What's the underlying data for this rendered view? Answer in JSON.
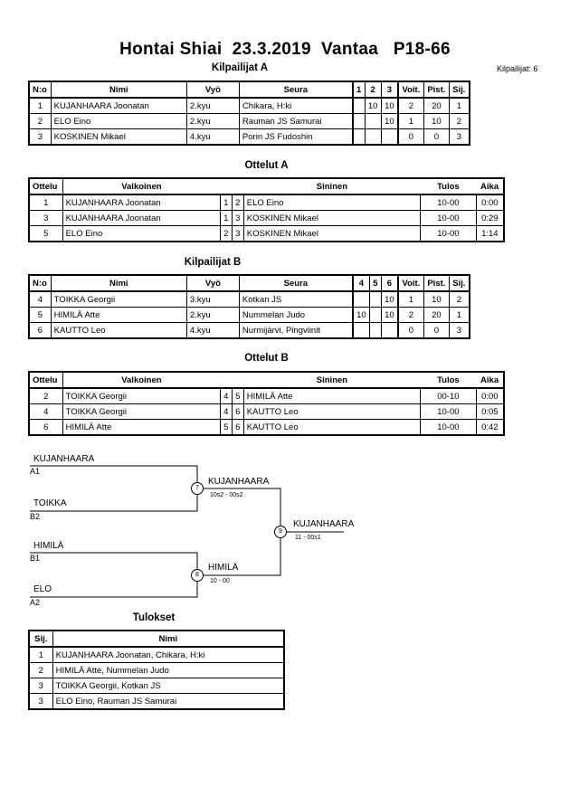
{
  "title": "Hontai Shiai  23.3.2019  Vantaa   P18-66",
  "competitors_count": "Kilpailijat: 6",
  "pool_a": {
    "heading": "Kilpailijat A",
    "headers": [
      "N:o",
      "Nimi",
      "Vyö",
      "Seura",
      "1",
      "2",
      "3",
      "Voit.",
      "Pist.",
      "Sij."
    ],
    "rows": [
      {
        "no": "1",
        "name": "KUJANHAARA Joonatan",
        "belt": "2.kyu",
        "club": "Chikara, H:ki",
        "s1": "",
        "s2": "10",
        "s3": "10",
        "wins": "2",
        "points": "20",
        "place": "1"
      },
      {
        "no": "2",
        "name": "ELO Eino",
        "belt": "2.kyu",
        "club": "Rauman JS Samurai",
        "s1": "",
        "s2": "",
        "s3": "10",
        "wins": "1",
        "points": "10",
        "place": "2"
      },
      {
        "no": "3",
        "name": "KOSKINEN Mikael",
        "belt": "4.kyu",
        "club": "Porin JS Fudoshin",
        "s1": "",
        "s2": "",
        "s3": "",
        "wins": "0",
        "points": "0",
        "place": "3"
      }
    ]
  },
  "matches_a": {
    "heading": "Ottelut A",
    "headers": [
      "Ottelu",
      "Valkoinen",
      "Sininen",
      "Tulos",
      "Aika"
    ],
    "rows": [
      {
        "match": "1",
        "white": "KUJANHAARA Joonatan",
        "wn": "1",
        "bn": "2",
        "blue": "ELO Eino",
        "result": "10-00",
        "time": "0:00"
      },
      {
        "match": "3",
        "white": "KUJANHAARA Joonatan",
        "wn": "1",
        "bn": "3",
        "blue": "KOSKINEN Mikael",
        "result": "10-00",
        "time": "0:29"
      },
      {
        "match": "5",
        "white": "ELO Eino",
        "wn": "2",
        "bn": "3",
        "blue": "KOSKINEN Mikael",
        "result": "10-00",
        "time": "1:14"
      }
    ]
  },
  "pool_b": {
    "heading": "Kilpailijat B",
    "headers": [
      "N:o",
      "Nimi",
      "Vyö",
      "Seura",
      "4",
      "5",
      "6",
      "Voit.",
      "Pist.",
      "Sij."
    ],
    "rows": [
      {
        "no": "4",
        "name": "TOIKKA Georgii",
        "belt": "3.kyu",
        "club": "Kotkan JS",
        "s1": "",
        "s2": "",
        "s3": "10",
        "wins": "1",
        "points": "10",
        "place": "2"
      },
      {
        "no": "5",
        "name": "HIMILÄ Atte",
        "belt": "2.kyu",
        "club": "Nummelan Judo",
        "s1": "10",
        "s2": "",
        "s3": "10",
        "wins": "2",
        "points": "20",
        "place": "1"
      },
      {
        "no": "6",
        "name": "KAUTTO Leo",
        "belt": "4.kyu",
        "club": "Nurmijärvi, Pingviinit",
        "s1": "",
        "s2": "",
        "s3": "",
        "wins": "0",
        "points": "0",
        "place": "3"
      }
    ]
  },
  "matches_b": {
    "heading": "Ottelut B",
    "headers": [
      "Ottelu",
      "Valkoinen",
      "Sininen",
      "Tulos",
      "Aika"
    ],
    "rows": [
      {
        "match": "2",
        "white": "TOIKKA Georgii",
        "wn": "4",
        "bn": "5",
        "blue": "HIMILÄ Atte",
        "result": "00-10",
        "time": "0:00"
      },
      {
        "match": "4",
        "white": "TOIKKA Georgii",
        "wn": "4",
        "bn": "6",
        "blue": "KAUTTO Leo",
        "result": "10-00",
        "time": "0:05"
      },
      {
        "match": "6",
        "white": "HIMILÄ Atte",
        "wn": "5",
        "bn": "6",
        "blue": "KAUTTO Leo",
        "result": "10-00",
        "time": "0:42"
      }
    ]
  },
  "bracket": {
    "entries": [
      {
        "name": "KUJANHAARA",
        "code": "A1"
      },
      {
        "name": "TOIKKA",
        "code": "B2"
      },
      {
        "name": "HIMILÄ",
        "code": "B1"
      },
      {
        "name": "ELO",
        "code": "A2"
      }
    ],
    "semi1": {
      "num": "7",
      "winner": "KUJANHAARA",
      "score": "10s2 - 00s2"
    },
    "semi2": {
      "num": "8",
      "winner": "HIMILÄ",
      "score": "10 - 00"
    },
    "final": {
      "num": "9",
      "winner": "KUJANHAARA",
      "score": "11 - 00s1"
    }
  },
  "results": {
    "heading": "Tulokset",
    "headers": [
      "Sij.",
      "Nimi"
    ],
    "rows": [
      {
        "place": "1",
        "name": "KUJANHAARA Joonatan, Chikara, H:ki"
      },
      {
        "place": "2",
        "name": "HIMILÄ Atte, Nummelan Judo"
      },
      {
        "place": "3",
        "name": "TOIKKA Georgii, Kotkan JS"
      },
      {
        "place": "3",
        "name": "ELO Eino, Rauman JS Samurai"
      }
    ]
  }
}
